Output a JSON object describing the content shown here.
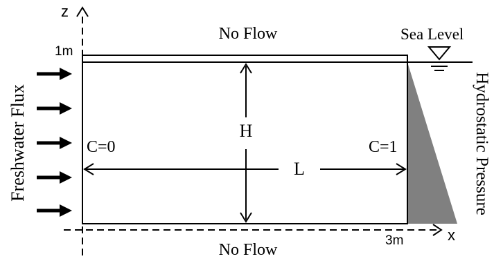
{
  "labels": {
    "z_axis": "z",
    "x_axis": "x",
    "height_marker": "1m",
    "length_marker": "3m",
    "top_boundary": "No Flow",
    "bottom_boundary": "No Flow",
    "sea_level": "Sea Level",
    "left_condition": "C=0",
    "right_condition": "C=1",
    "height_symbol": "H",
    "length_symbol": "L",
    "left_flux": "Freshwater Flux",
    "right_pressure": "Hydrostatic Pressure"
  },
  "colors": {
    "line": "#000000",
    "pressure_fill": "#808080",
    "background": "#ffffff"
  },
  "icons": {
    "flux_arrow": "arrow-right-icon",
    "water_level": "water-level-triangle-icon"
  }
}
